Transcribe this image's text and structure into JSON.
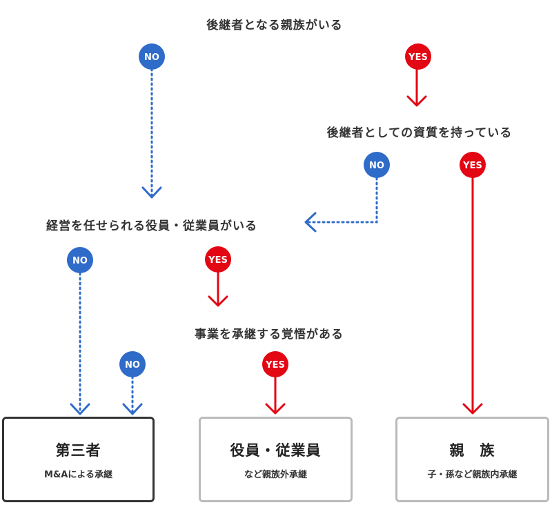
{
  "colors": {
    "yes": "#e30613",
    "no": "#2f6bc8",
    "text": "#333333",
    "box_primary_border": "#333333",
    "box_secondary_border": "#bbbbbb"
  },
  "questions": {
    "q1": "後継者となる親族がいる",
    "q2": "後継者としての資質を持っている",
    "q3": "経営を任せられる役員・従業員がいる",
    "q4": "事業を承継する覚悟がある"
  },
  "badges": {
    "yes": "YES",
    "no": "NO"
  },
  "outcomes": [
    {
      "title": "第三者",
      "subtitle": "M&Aによる承継"
    },
    {
      "title": "役員・従業員",
      "subtitle": "など親族外承継"
    },
    {
      "title": "親　族",
      "subtitle": "子・孫など親族内承継"
    }
  ]
}
